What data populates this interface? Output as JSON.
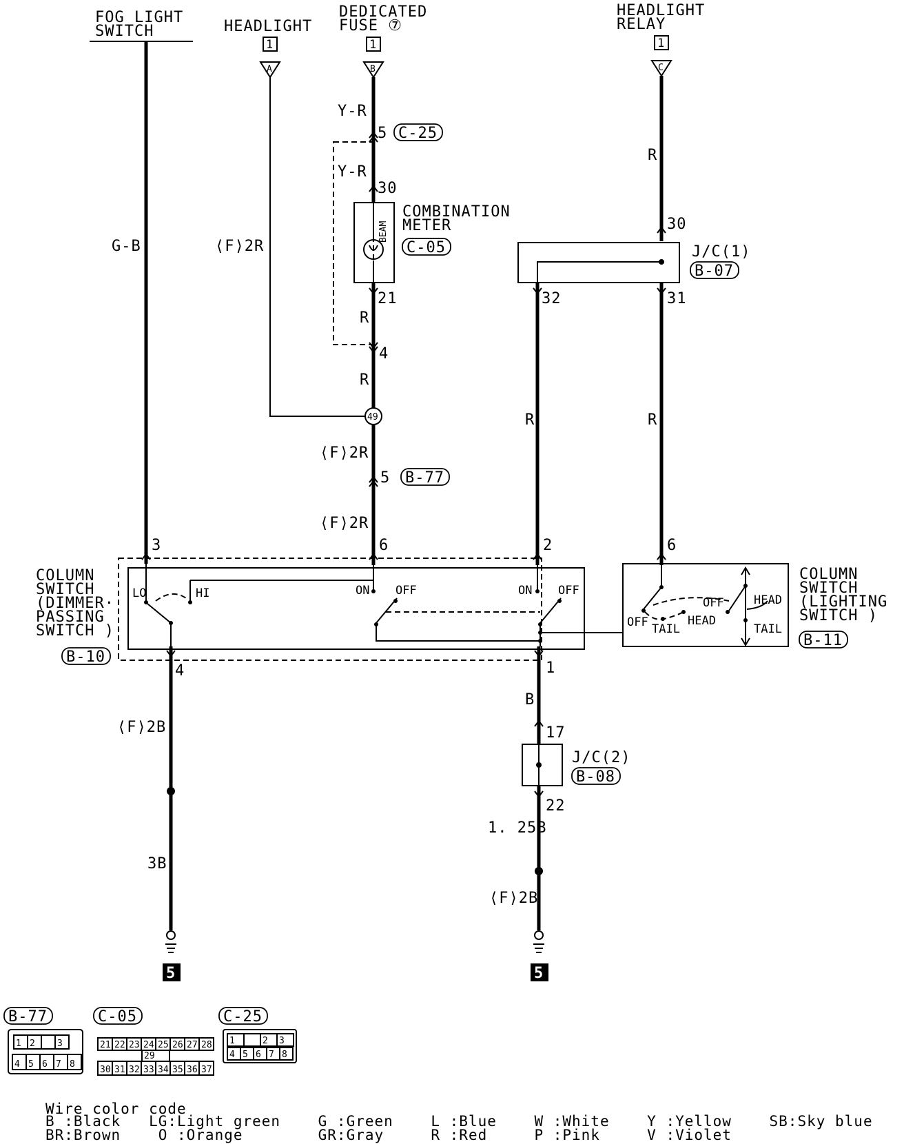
{
  "sources": {
    "fog_switch": "FOG LIGHT\nSWITCH",
    "headlight": "HEADLIGHT",
    "dedicated_fuse": "DEDICATED\nFUSE ⑦",
    "headlight_relay": "HEADLIGHT\nRELAY",
    "page_ref": "1",
    "conn_a": "A",
    "conn_b": "B",
    "conn_c": "C"
  },
  "wires": {
    "g_b": "G-B",
    "f_2r": "⟨F⟩2R",
    "y_r": "Y-R",
    "r": "R",
    "b": "B",
    "f_2b": "⟨F⟩2B",
    "b3": "3B",
    "b125": "1. 25B"
  },
  "pins": {
    "p5": "5",
    "p30": "30",
    "p21": "21",
    "p4": "4",
    "p6": "6",
    "p3": "3",
    "p2": "2",
    "p32": "32",
    "p31": "31",
    "p1": "1",
    "p17": "17",
    "p22": "22",
    "p49": "49"
  },
  "components": {
    "combination_meter": "COMBINATION\nMETER",
    "beam": "BEAM",
    "jc1": "J/C(1)",
    "jc2": "J/C(2)",
    "dimmer_switch": "COLUMN\nSWITCH\n(DIMMER·\nPASSING\nSWITCH )",
    "lighting_switch": "COLUMN\nSWITCH\n(LIGHTING\nSWITCH )"
  },
  "switch_labels": {
    "lo": "LO",
    "hi": "HI",
    "on": "ON",
    "off": "OFF",
    "head": "HEAD",
    "tail": "TAIL"
  },
  "connectors": {
    "c25": "C-25",
    "c05": "C-05",
    "b77": "B-77",
    "b07": "B-07",
    "b08": "B-08",
    "b10": "B-10",
    "b11": "B-11"
  },
  "ground_ref": "5",
  "connector_faces": {
    "b77_top": [
      "1",
      "2",
      "",
      "3"
    ],
    "b77_bottom": [
      "4",
      "5",
      "6",
      "7",
      "8"
    ],
    "c05_top": [
      "21",
      "22",
      "23",
      "24",
      "25",
      "26",
      "27",
      "28"
    ],
    "c05_mid": "29",
    "c05_bottom": [
      "30",
      "31",
      "32",
      "33",
      "34",
      "35",
      "36",
      "37"
    ],
    "c25_top": [
      "1",
      "",
      "2",
      "3"
    ],
    "c25_bottom": [
      "4",
      "5",
      "6",
      "7",
      "8"
    ]
  },
  "legend": {
    "title": "Wire color code",
    "row1": "B :Black   LG:Light green    G :Green    L :Blue    W :White    Y :Yellow    SB:Sky blue",
    "row2": "BR:Brown    O :Orange        GR:Gray     R :Red     P :Pink     V :Violet"
  }
}
